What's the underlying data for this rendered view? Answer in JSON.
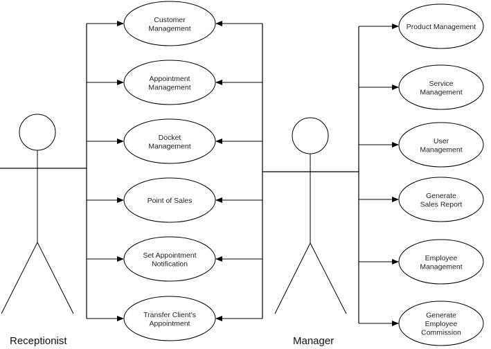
{
  "diagram": {
    "type": "UML use case diagram",
    "actors": [
      {
        "id": "receptionist",
        "label": "Receptionist"
      },
      {
        "id": "manager",
        "label": "Manager"
      }
    ],
    "center_use_cases": [
      {
        "id": "customer-management",
        "lines": [
          "Customer",
          "Management"
        ]
      },
      {
        "id": "appointment-management",
        "lines": [
          "Appointment",
          "Management"
        ]
      },
      {
        "id": "docket-management",
        "lines": [
          "Docket",
          "Management"
        ]
      },
      {
        "id": "point-of-sales",
        "lines": [
          "Point of Sales"
        ]
      },
      {
        "id": "set-appointment-notification",
        "lines": [
          "Set Appointment",
          "Notification"
        ]
      },
      {
        "id": "transfer-clients-appointment",
        "lines": [
          "Transfer Client's",
          "Appointment"
        ]
      }
    ],
    "right_use_cases": [
      {
        "id": "product-management",
        "lines": [
          "Product Management"
        ]
      },
      {
        "id": "service-management",
        "lines": [
          "Service",
          "Management"
        ]
      },
      {
        "id": "user-management",
        "lines": [
          "User",
          "Management"
        ]
      },
      {
        "id": "generate-sales-report",
        "lines": [
          "Generate",
          "Sales Report"
        ]
      },
      {
        "id": "employee-management",
        "lines": [
          "Employee",
          "Management"
        ]
      },
      {
        "id": "generate-employee-commission",
        "lines": [
          "Generate",
          "Employee",
          "Commission"
        ]
      }
    ],
    "associations": {
      "receptionist": [
        "customer-management",
        "appointment-management",
        "docket-management",
        "point-of-sales",
        "set-appointment-notification",
        "transfer-clients-appointment"
      ],
      "manager": [
        "customer-management",
        "appointment-management",
        "docket-management",
        "point-of-sales",
        "set-appointment-notification",
        "transfer-clients-appointment",
        "product-management",
        "service-management",
        "user-management",
        "generate-sales-report",
        "employee-management",
        "generate-employee-commission"
      ]
    },
    "colors": {
      "line": "#000000",
      "background": "#ffffff",
      "text": "#222222"
    }
  }
}
